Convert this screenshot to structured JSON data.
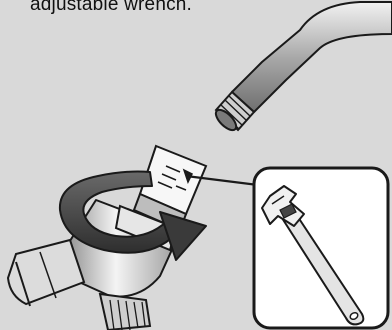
{
  "caption": "adjustable wrench.",
  "illustration": {
    "background_color": "#d9d9d9",
    "line_color": "#1a1a1a",
    "inset_fill": "#ffffff",
    "components": [
      "shower-arm",
      "diverter-valve",
      "rotation-arrow",
      "wrench-callout",
      "adjustable-wrench"
    ]
  }
}
